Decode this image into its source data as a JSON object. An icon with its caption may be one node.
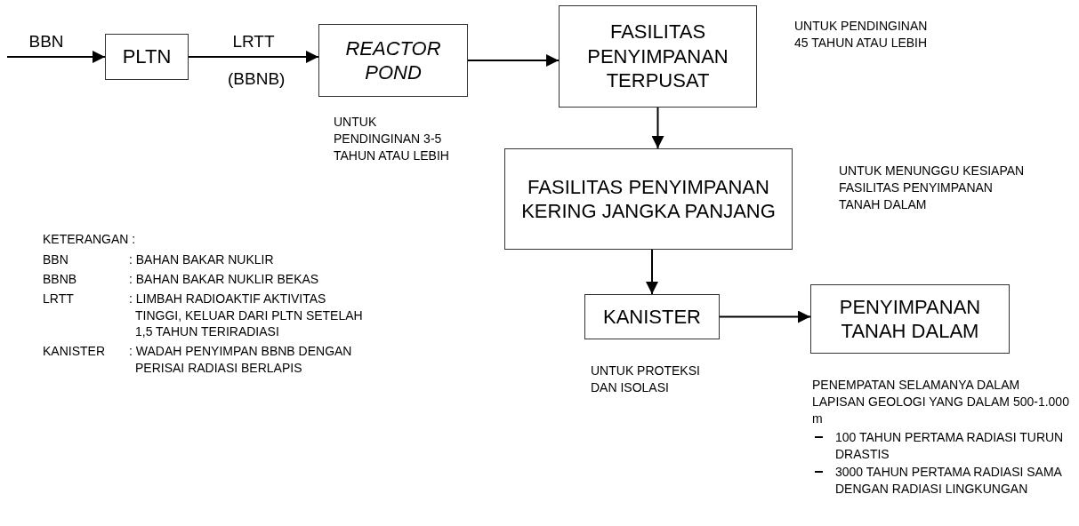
{
  "diagram": {
    "nodes": [
      {
        "text": [
          "PLTN"
        ]
      },
      {
        "text": [
          "REACTOR POND"
        ],
        "beside": [
          "UNTUK PENDINGINAN 3-5 TAHUN ATAU LEBIH"
        ]
      },
      {
        "text": [
          "FASILITAS PENYIMPANAN TERPUSAT"
        ],
        "beside": [
          "UNTUK PENDINGINAN 45 TAHUN ATAU LEBIH"
        ]
      },
      {
        "text": [
          "FASILITAS PENYIMPANAN KERING JANGKA PANJANG"
        ],
        "beside": [
          "UNTUK MENUNGGU KESIAPAN FASILITAS PENYIMPANAN TANAH DALAM"
        ]
      },
      {
        "text": [
          "KANISTER"
        ],
        "beside": [
          "UNTUK PROTEKSI DAN ISOLASI"
        ]
      },
      {
        "text": [
          "PENYIMPANAN TANAH DALAM"
        ],
        "beside": [
          "PENEMPATAN SELAMANYA DALAM LAPISAN GEOLOGI YANG DALAM 500-1.000 m",
          "100 TAHUN PERTAMA RADIASI TURUN DRASTIS",
          "3000 TAHUN PERTAMA RADIASI SAMA DENGAN RADIASI LINGKUNGAN"
        ]
      }
    ],
    "edges": [
      {
        "from": null,
        "to": 0,
        "arrow": "to",
        "label": "BBN"
      },
      {
        "from": 0,
        "to": 1,
        "arrow": "to",
        "label": "LRTT"
      },
      {
        "from": 1,
        "to": 2,
        "arrow": "to"
      },
      {
        "from": 2,
        "to": 3,
        "arrow": "to"
      },
      {
        "from": 3,
        "to": 4,
        "arrow": "to"
      },
      {
        "from": 4,
        "to": 5,
        "arrow": "to"
      }
    ],
    "labels": [
      "(BBNB)",
      "KETERANGAN :",
      "BBN",
      ": BAHAN BAKAR NUKLIR",
      "BBNB",
      ": BAHAN BAKAR NUKLIR BEKAS",
      "LRTT",
      ": LIMBAH RADIOAKTIF AKTIVITAS TINGGI, KELUAR DARI PLTN SETELAH 1,5 TAHUN TERIRADIASI",
      "KANISTER",
      ": WADAH PENYIMPAN BBNB DENGAN PERISAI RADIASI BERLAPIS"
    ]
  }
}
